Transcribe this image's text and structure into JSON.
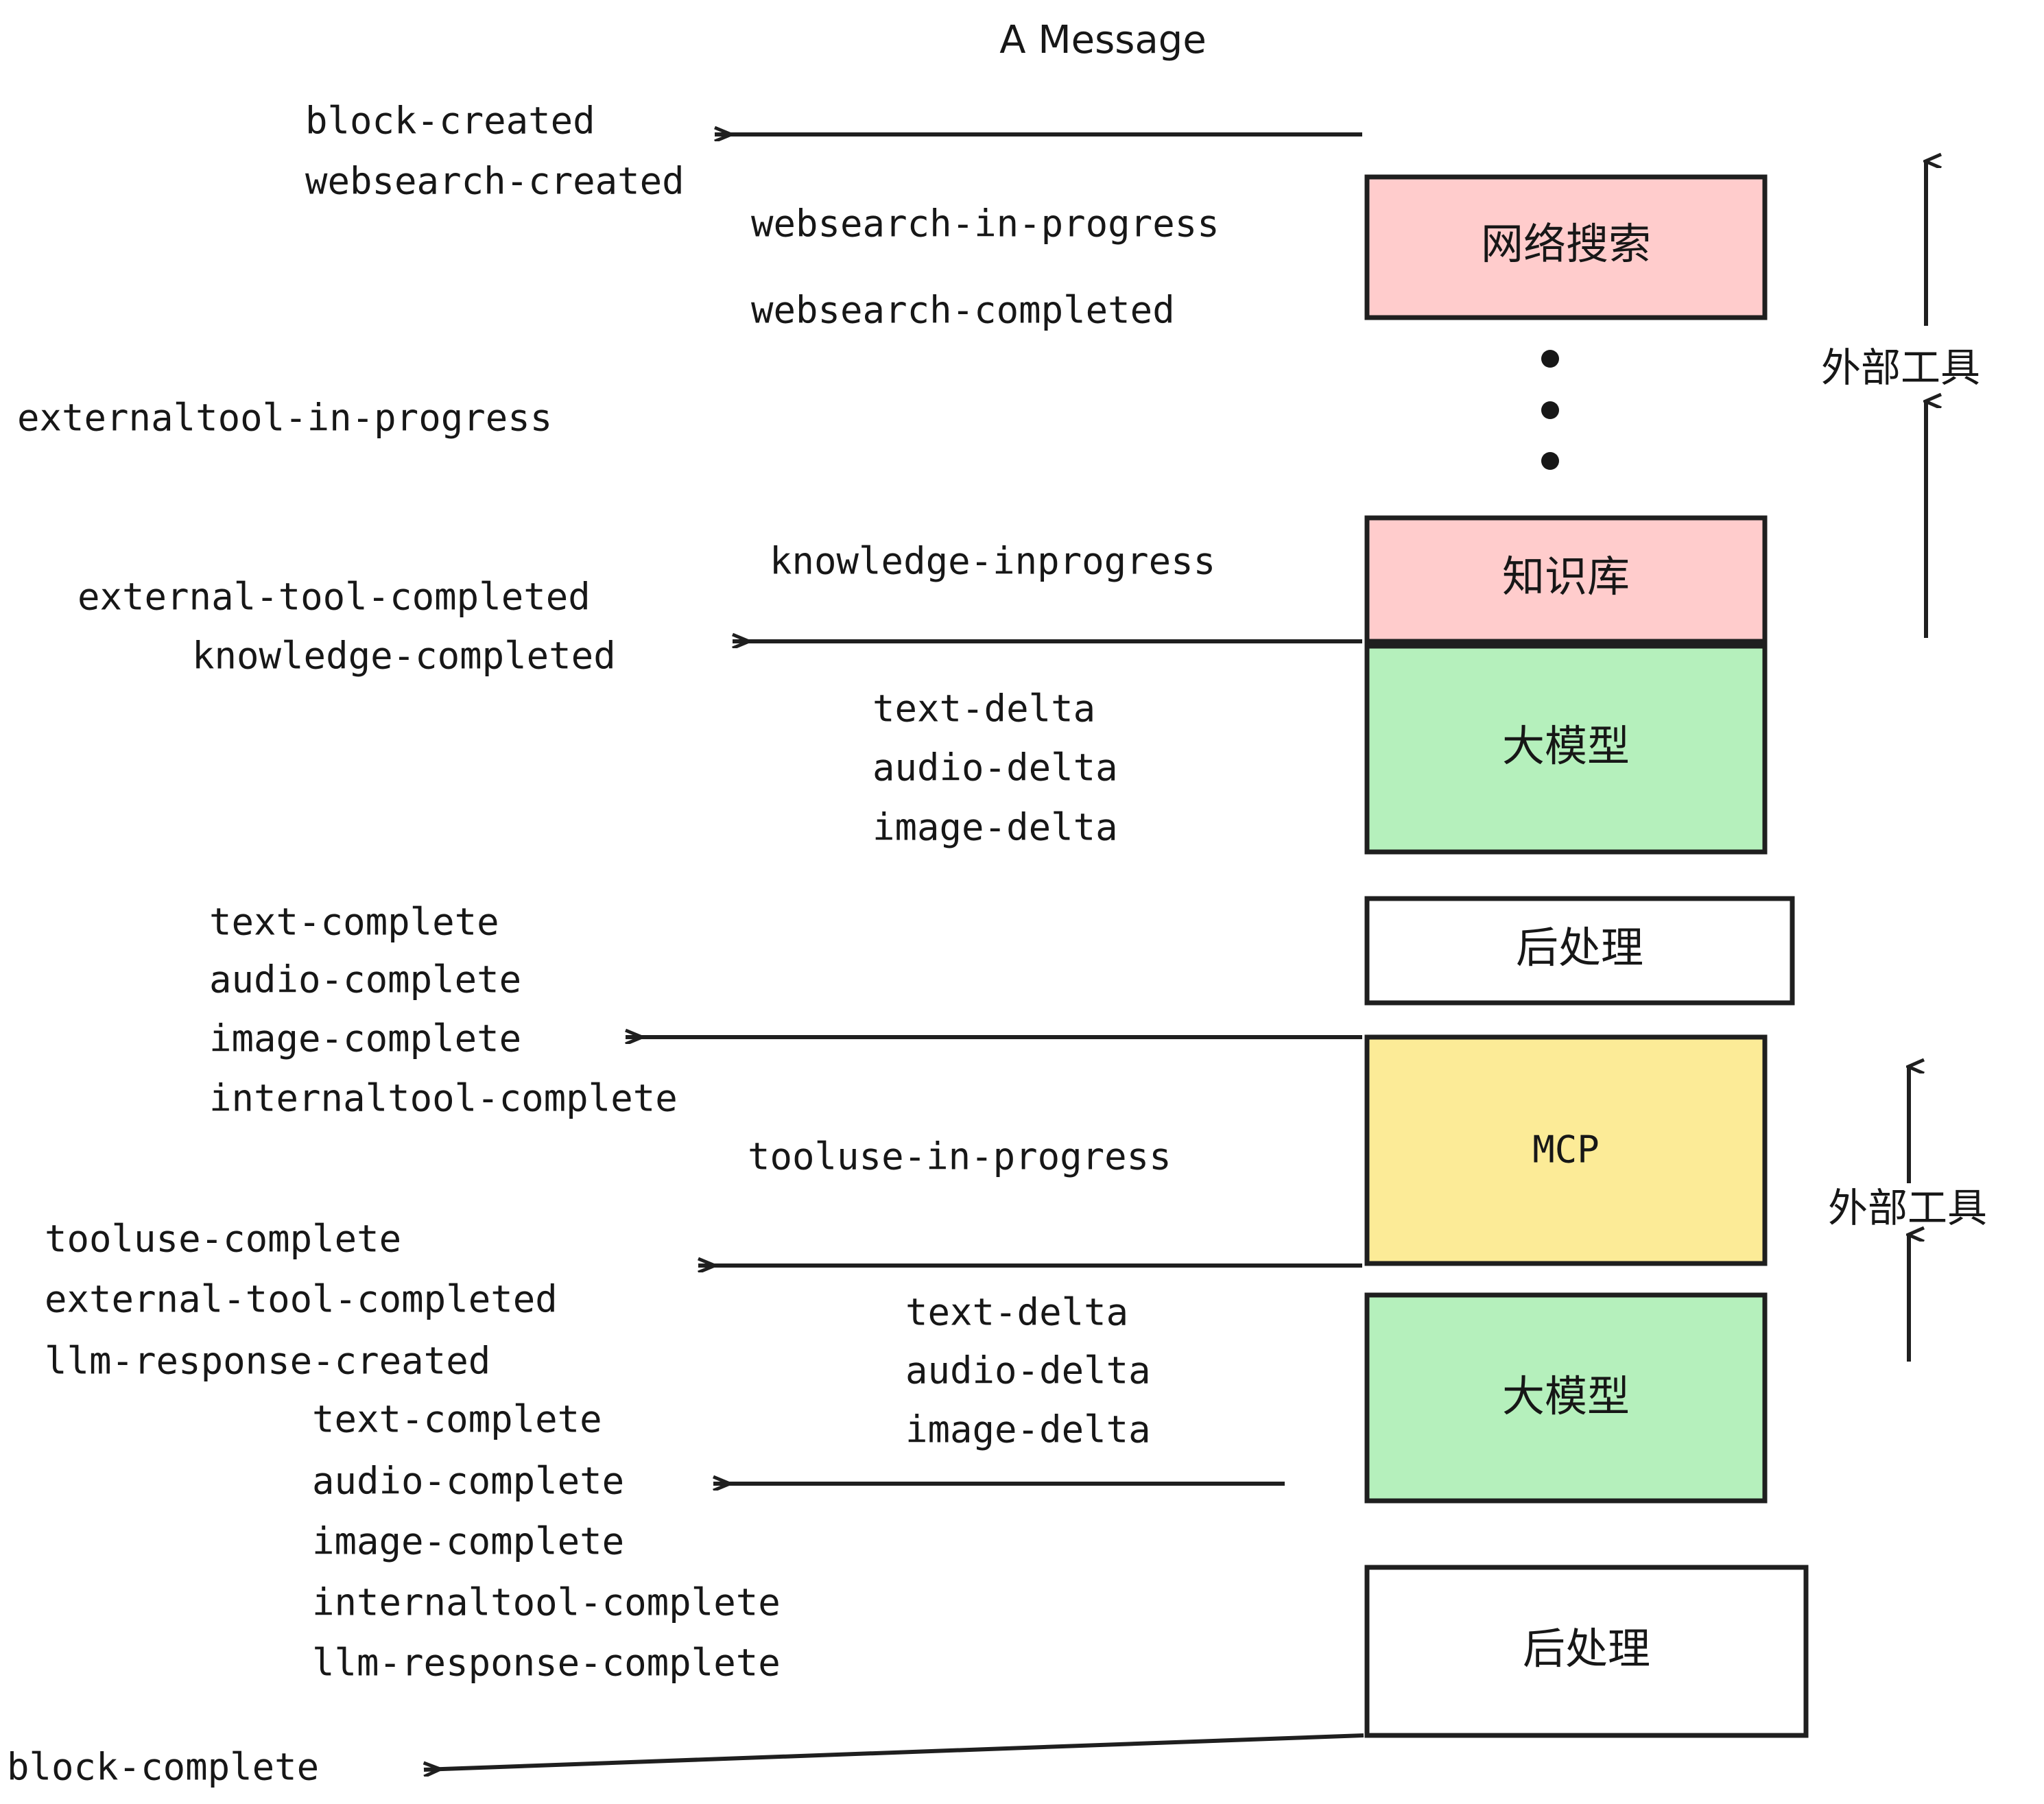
{
  "diagram": {
    "title": "A Message",
    "colors": {
      "pink": "#FFCCCC",
      "green": "#B5F0BC",
      "yellow": "#FCEB97",
      "white": "#FFFFFF",
      "stroke": "#1F1F1F",
      "text": "#171717"
    },
    "boxes": [
      {
        "id": "websearch",
        "label": "网络搜索",
        "fill": "pink",
        "mono": false
      },
      {
        "id": "knowledge",
        "label": "知识库",
        "fill": "pink",
        "mono": false
      },
      {
        "id": "llm-1",
        "label": "大模型",
        "fill": "green",
        "mono": false
      },
      {
        "id": "postprocess-1",
        "label": "后处理",
        "fill": "white",
        "mono": false
      },
      {
        "id": "mcp",
        "label": "MCP",
        "fill": "yellow",
        "mono": true
      },
      {
        "id": "llm-2",
        "label": "大模型",
        "fill": "green",
        "mono": false
      },
      {
        "id": "postprocess-2",
        "label": "后处理",
        "fill": "white",
        "mono": false
      }
    ],
    "side_labels": [
      {
        "id": "external-tools-top",
        "text": "外部工具"
      },
      {
        "id": "external-tools-bottom",
        "text": "外部工具"
      }
    ],
    "events": [
      {
        "id": "block-created",
        "text": "block-created"
      },
      {
        "id": "websearch-created",
        "text": "websearch-created"
      },
      {
        "id": "websearch-in-progress",
        "text": "websearch-in-progress"
      },
      {
        "id": "websearch-completed",
        "text": "websearch-completed"
      },
      {
        "id": "externaltool-in-progress",
        "text": "externaltool-in-progress"
      },
      {
        "id": "knowledge-inprogress",
        "text": "knowledge-inprogress"
      },
      {
        "id": "external-tool-completed-1",
        "text": "external-tool-completed"
      },
      {
        "id": "knowledge-completed",
        "text": "knowledge-completed"
      },
      {
        "id": "text-delta-1",
        "text": "text-delta"
      },
      {
        "id": "audio-delta-1",
        "text": "audio-delta"
      },
      {
        "id": "image-delta-1",
        "text": "image-delta"
      },
      {
        "id": "text-complete-1",
        "text": "text-complete"
      },
      {
        "id": "audio-complete-1",
        "text": "audio-complete"
      },
      {
        "id": "image-complete-1",
        "text": "image-complete"
      },
      {
        "id": "internaltool-complete-1",
        "text": "internaltool-complete"
      },
      {
        "id": "tooluse-in-progress",
        "text": "tooluse-in-progress"
      },
      {
        "id": "tooluse-complete",
        "text": "tooluse-complete"
      },
      {
        "id": "external-tool-completed-2",
        "text": "external-tool-completed"
      },
      {
        "id": "llm-response-created",
        "text": "llm-response-created"
      },
      {
        "id": "text-delta-2",
        "text": "text-delta"
      },
      {
        "id": "audio-delta-2",
        "text": "audio-delta"
      },
      {
        "id": "image-delta-2",
        "text": "image-delta"
      },
      {
        "id": "text-complete-2",
        "text": "text-complete"
      },
      {
        "id": "audio-complete-2",
        "text": "audio-complete"
      },
      {
        "id": "image-complete-2",
        "text": "image-complete"
      },
      {
        "id": "internaltool-complete-2",
        "text": "internaltool-complete"
      },
      {
        "id": "llm-response-complete",
        "text": "llm-response-complete"
      },
      {
        "id": "block-complete",
        "text": "block-complete"
      }
    ],
    "ellipsis": "⋮"
  }
}
